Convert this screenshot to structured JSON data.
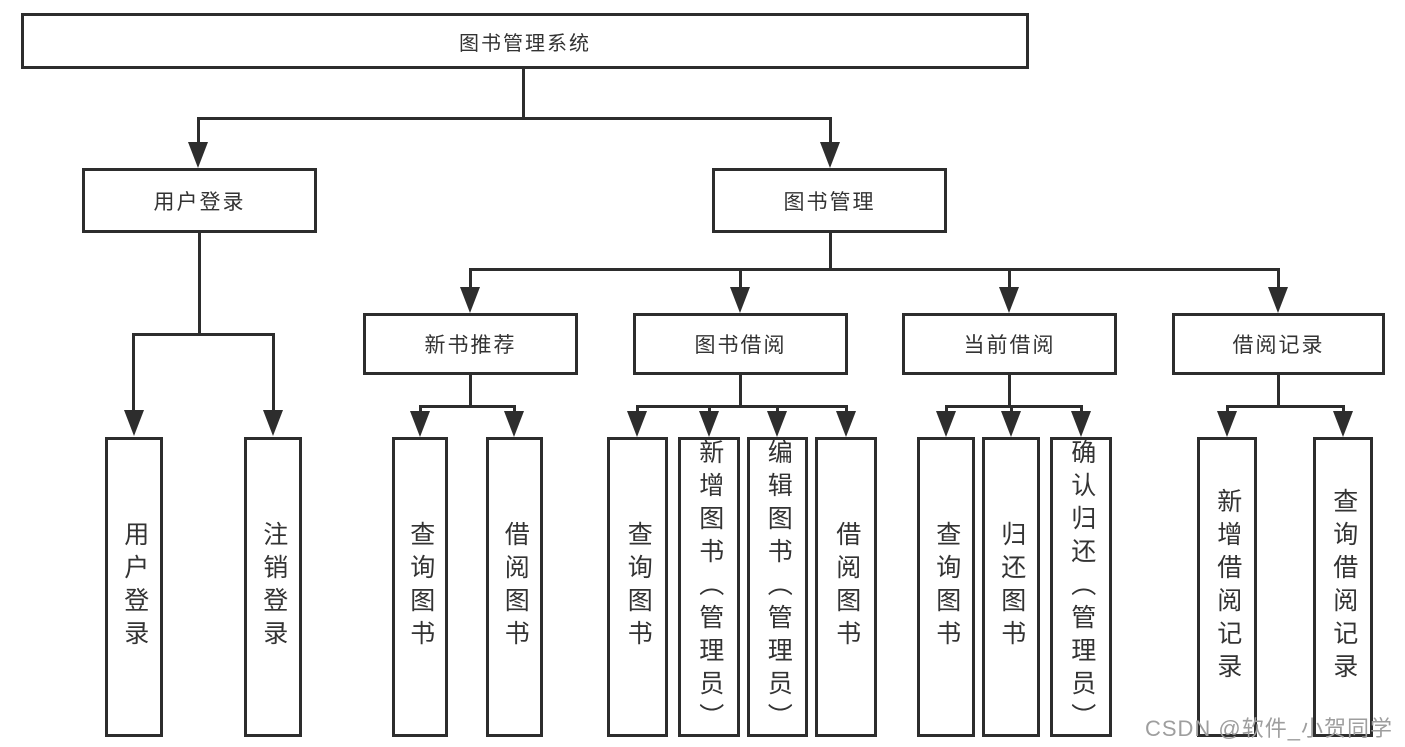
{
  "tree": {
    "root": {
      "label": "图书管理系统"
    },
    "branches": [
      {
        "label": "用户登录",
        "children": [
          {
            "label": "用户登录"
          },
          {
            "label": "注销登录"
          }
        ]
      },
      {
        "label": "图书管理",
        "children": [
          {
            "label": "新书推荐",
            "children": [
              {
                "label": "查询图书"
              },
              {
                "label": "借阅图书"
              }
            ]
          },
          {
            "label": "图书借阅",
            "children": [
              {
                "label": "查询图书"
              },
              {
                "label": "新增图书（管理员）"
              },
              {
                "label": "编辑图书（管理员）"
              },
              {
                "label": "借阅图书"
              }
            ]
          },
          {
            "label": "当前借阅",
            "children": [
              {
                "label": "查询图书"
              },
              {
                "label": "归还图书"
              },
              {
                "label": "确认归还（管理员）"
              }
            ]
          },
          {
            "label": "借阅记录",
            "children": [
              {
                "label": "新增借阅记录"
              },
              {
                "label": "查询借阅记录"
              }
            ]
          }
        ]
      }
    ]
  },
  "watermark": "CSDN @软件_小贺同学",
  "colors": {
    "line": "#2d2d2d",
    "text": "#333333",
    "watermark": "#9e9e9e",
    "background": "#ffffff"
  }
}
